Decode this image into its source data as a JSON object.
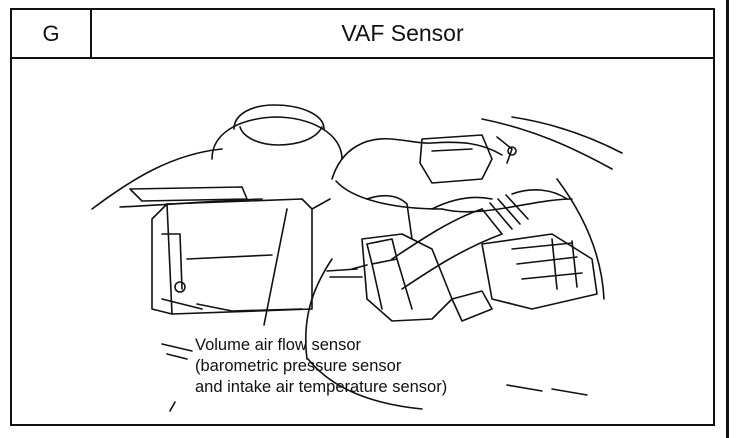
{
  "header": {
    "section": "G",
    "title": "VAF Sensor"
  },
  "caption": {
    "lines": [
      "Volume air flow sensor",
      "(barometric pressure sensor",
      "and intake air temperature sensor)"
    ]
  }
}
